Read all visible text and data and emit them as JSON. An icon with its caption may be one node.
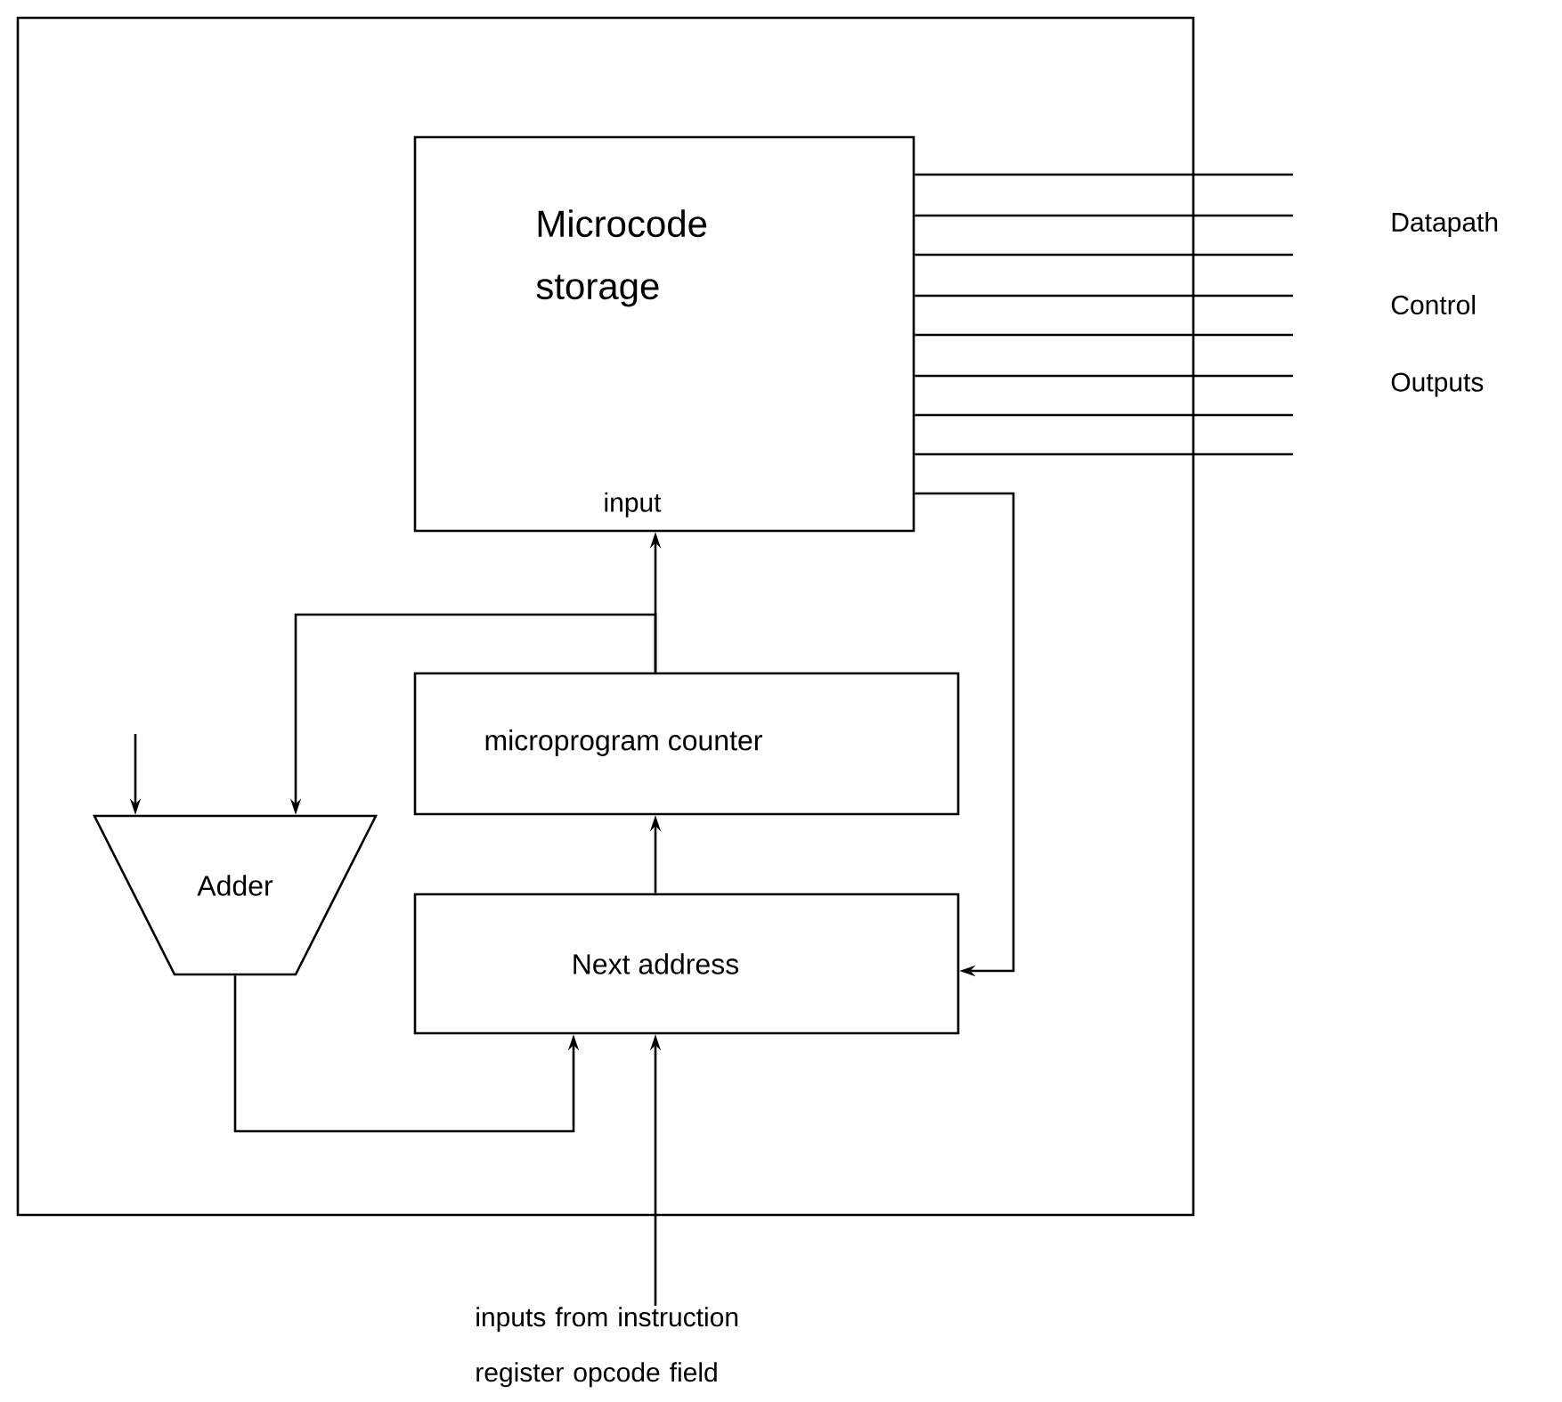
{
  "diagram": {
    "nodes": [
      {
        "text": [],
        "shape": "box"
      },
      {
        "text": [
          "Microcode storage",
          "input"
        ],
        "in": 0
      },
      {
        "text": [
          "microprogram counter"
        ],
        "in": 0
      },
      {
        "text": [
          "Adder"
        ],
        "in": 0
      },
      {
        "text": [
          "Next address"
        ],
        "in": 0
      },
      {
        "text": [
          "inputs from instruction register opcode field"
        ]
      }
    ],
    "edges": [
      {
        "from": 2,
        "to": 1,
        "arrow": "to"
      },
      {
        "from": 2,
        "to": 3,
        "arrow": "to"
      },
      {
        "from": 1,
        "to": 4,
        "arrow": "to"
      },
      {
        "from": 4,
        "to": 2,
        "arrow": "to"
      },
      {
        "from": 3,
        "to": 4,
        "arrow": "to"
      },
      {
        "from": null,
        "to": 3,
        "arrow": "to"
      },
      {
        "from": 5,
        "to": 4,
        "arrow": "to"
      },
      {
        "from": 1,
        "to": null,
        "arrow": "none"
      },
      {
        "from": 1,
        "to": null,
        "arrow": "none"
      },
      {
        "from": 1,
        "to": null,
        "arrow": "none"
      },
      {
        "from": 1,
        "to": null,
        "arrow": "none"
      },
      {
        "from": 1,
        "to": null,
        "arrow": "none"
      },
      {
        "from": 1,
        "to": null,
        "arrow": "none"
      },
      {
        "from": 1,
        "to": null,
        "arrow": "none"
      },
      {
        "from": 1,
        "to": null,
        "arrow": "none"
      }
    ],
    "labels": [
      "Datapath",
      "Control",
      "Outputs"
    ]
  }
}
